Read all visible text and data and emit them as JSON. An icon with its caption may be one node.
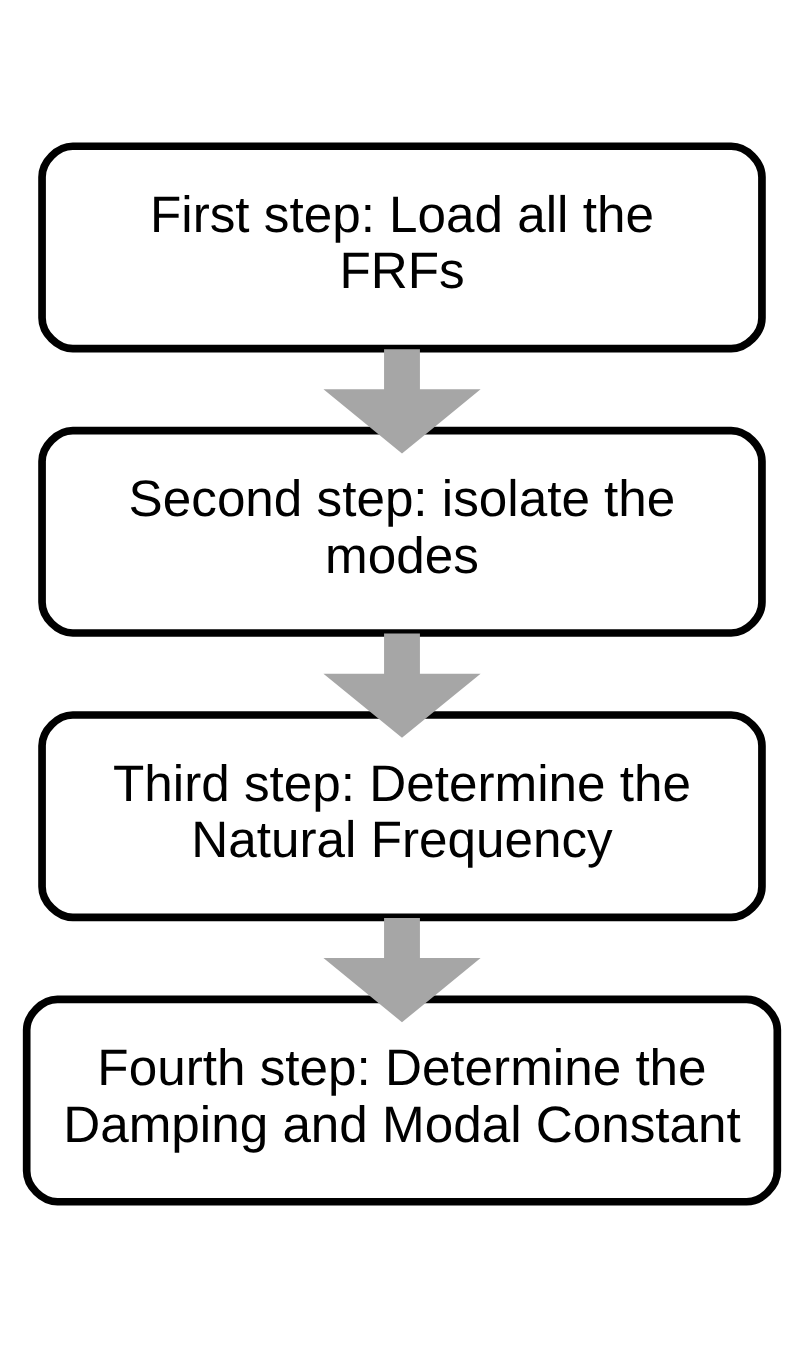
{
  "diagram": {
    "nodes": [
      {
        "text": [
          "First step: Load all the FRFs"
        ]
      },
      {
        "text": [
          "Second step: isolate the modes"
        ]
      },
      {
        "text": [
          "Third step: Determine the Natural Frequency"
        ]
      },
      {
        "text": [
          "Fourth step: Determine the Damping and Modal Constant"
        ]
      }
    ],
    "edges": [
      {
        "from": 0,
        "to": 1,
        "arrow": "to"
      },
      {
        "from": 1,
        "to": 2,
        "arrow": "to"
      },
      {
        "from": 2,
        "to": 3,
        "arrow": "to"
      }
    ]
  }
}
